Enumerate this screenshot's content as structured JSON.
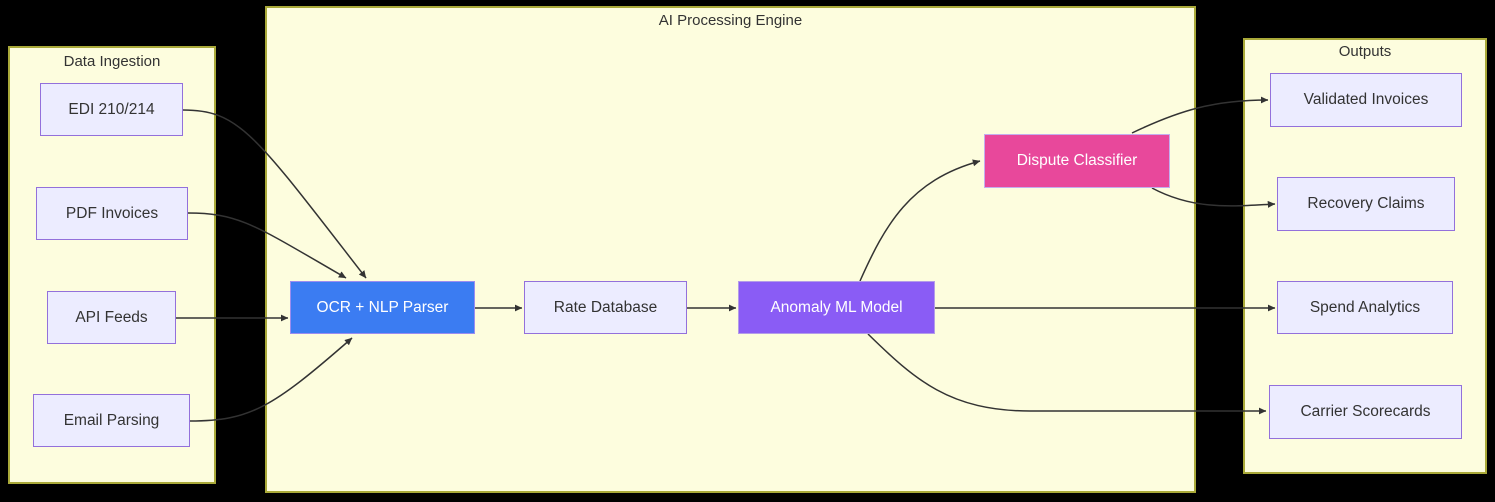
{
  "clusters": {
    "data_ingestion": {
      "title": "Data Ingestion"
    },
    "ai_engine": {
      "title": "AI Processing Engine"
    },
    "outputs": {
      "title": "Outputs"
    }
  },
  "nodes": {
    "edi": {
      "label": "EDI 210/214"
    },
    "pdf": {
      "label": "PDF Invoices"
    },
    "api": {
      "label": "API Feeds"
    },
    "email": {
      "label": "Email Parsing"
    },
    "ocr": {
      "label": "OCR + NLP Parser"
    },
    "rate": {
      "label": "Rate Database"
    },
    "anomaly": {
      "label": "Anomaly ML Model"
    },
    "dispute": {
      "label": "Dispute Classifier"
    },
    "validated": {
      "label": "Validated Invoices"
    },
    "recovery": {
      "label": "Recovery Claims"
    },
    "spend": {
      "label": "Spend Analytics"
    },
    "carrier": {
      "label": "Carrier Scorecards"
    }
  },
  "edges": [
    {
      "from": "EDI 210/214",
      "to": "OCR + NLP Parser"
    },
    {
      "from": "PDF Invoices",
      "to": "OCR + NLP Parser"
    },
    {
      "from": "API Feeds",
      "to": "OCR + NLP Parser"
    },
    {
      "from": "Email Parsing",
      "to": "OCR + NLP Parser"
    },
    {
      "from": "OCR + NLP Parser",
      "to": "Rate Database"
    },
    {
      "from": "Rate Database",
      "to": "Anomaly ML Model"
    },
    {
      "from": "Anomaly ML Model",
      "to": "Dispute Classifier"
    },
    {
      "from": "Anomaly ML Model",
      "to": "Spend Analytics"
    },
    {
      "from": "Anomaly ML Model",
      "to": "Carrier Scorecards"
    },
    {
      "from": "Dispute Classifier",
      "to": "Validated Invoices"
    },
    {
      "from": "Dispute Classifier",
      "to": "Recovery Claims"
    }
  ],
  "colors": {
    "background": "#000000",
    "cluster_fill": "#fdfdde",
    "cluster_border": "#a9a939",
    "node_fill": "#ececff",
    "node_border": "#9370db",
    "node_text": "#333333",
    "ocr_fill": "#3b7cf2",
    "anomaly_fill": "#8a5cf5",
    "dispute_fill": "#e8489b",
    "dark_node_text": "#ffffff",
    "edge_stroke": "#333333"
  }
}
